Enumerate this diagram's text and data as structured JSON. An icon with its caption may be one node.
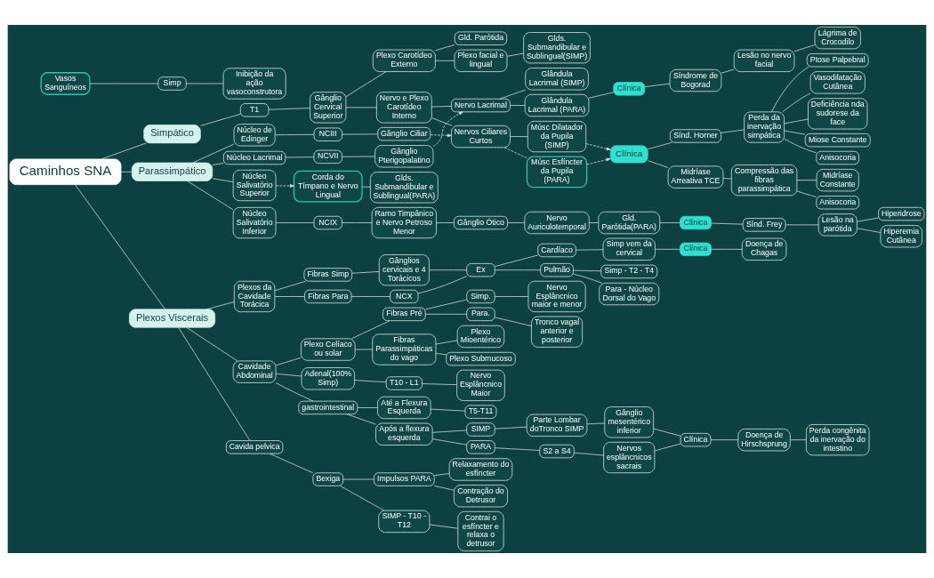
{
  "diagram": {
    "nodes": [
      {
        "text": [
          "Caminhos SNA"
        ]
      },
      {
        "text": [
          "Simpático"
        ]
      },
      {
        "text": [
          "T1"
        ]
      },
      {
        "text": [
          "Gânglio Cervical Superior"
        ]
      },
      {
        "text": [
          "Plexo Carotídeo Externo"
        ]
      },
      {
        "text": [
          "Gld. Parótida"
        ]
      },
      {
        "text": [
          "Plexo facial e lingual"
        ]
      },
      {
        "text": [
          "Glds. Submandibular e Sublingual(SIMP)"
        ]
      },
      {
        "text": [
          "Nervo e Plexo Carotídeo Interno"
        ]
      },
      {
        "text": [
          "Nervo Lacrimal"
        ]
      },
      {
        "text": [
          "Glândula Lacrimal (SIMP)"
        ]
      },
      {
        "text": [
          "Glândula Lacrimal (PARA)"
        ]
      },
      {
        "text": [
          "Clínica"
        ]
      },
      {
        "text": [
          "Síndrome de Bogorad"
        ]
      },
      {
        "text": [
          "Lesão no nervo facial"
        ]
      },
      {
        "text": [
          "Lágrima de Crocodilo"
        ]
      },
      {
        "text": [
          "Nervos Ciliares Curtos"
        ]
      },
      {
        "text": [
          "Músc Dilatador da Pupila (SIMP)"
        ]
      },
      {
        "text": [
          "Músc Esfíncter da Pupila (PARA)"
        ]
      },
      {
        "text": [
          "Clínica"
        ]
      },
      {
        "text": [
          "Sínd. Horner"
        ]
      },
      {
        "text": [
          "Perda da inervação simpática"
        ]
      },
      {
        "text": [
          "Ptose Palpebral"
        ]
      },
      {
        "text": [
          "Vasodilatação Cutânea"
        ]
      },
      {
        "text": [
          "Deficiência nda sudorese da face"
        ]
      },
      {
        "text": [
          "Miose Constante"
        ]
      },
      {
        "text": [
          "Anisocoria"
        ]
      },
      {
        "text": [
          "Midríase Arreativa TCE"
        ]
      },
      {
        "text": [
          "Compressão das fibras parassimpática"
        ]
      },
      {
        "text": [
          "Midríase Constante"
        ]
      },
      {
        "text": [
          "Anisocoria"
        ]
      },
      {
        "text": [
          "Parassimpático"
        ]
      },
      {
        "text": [
          "Núcleo de Edinger"
        ]
      },
      {
        "text": [
          "NCIII"
        ]
      },
      {
        "text": [
          "Gânglio Ciliar"
        ]
      },
      {
        "text": [
          "Núcleo Lacrimal"
        ]
      },
      {
        "text": [
          "NCVII"
        ]
      },
      {
        "text": [
          "Gânglio Pterigopalatino"
        ]
      },
      {
        "text": [
          "Núcleo Salivatório Superior"
        ]
      },
      {
        "text": [
          "Corda do Tímpano e Nervo Lingual"
        ]
      },
      {
        "text": [
          "Glds. Submandibular e Sublingual(PARA)"
        ]
      },
      {
        "text": [
          "Núcleo Salivatório Inferior"
        ]
      },
      {
        "text": [
          "NCIX"
        ]
      },
      {
        "text": [
          "Ramo Timpânico e Nervo Petroso Menor"
        ]
      },
      {
        "text": [
          "Gânglio Ótico"
        ]
      },
      {
        "text": [
          "Nervo Auriculotemporal"
        ]
      },
      {
        "text": [
          "Gld. Parótida(PARA)"
        ]
      },
      {
        "text": [
          "Clínica"
        ]
      },
      {
        "text": [
          "Sínd. Frey"
        ]
      },
      {
        "text": [
          "Lesão na parótida"
        ]
      },
      {
        "text": [
          "Hiperidrose"
        ]
      },
      {
        "text": [
          "Hiperemia Cutânea"
        ]
      },
      {
        "text": [
          "Plexos Viscerais"
        ]
      },
      {
        "text": [
          "Plexos da Cavidade Torácica"
        ]
      },
      {
        "text": [
          "Fibras Simp"
        ]
      },
      {
        "text": [
          "Gânglios cervicais e 4 Torácicos"
        ]
      },
      {
        "text": [
          "Fibras Para"
        ]
      },
      {
        "text": [
          "NCX"
        ]
      },
      {
        "text": [
          "Ex"
        ]
      },
      {
        "text": [
          "Cardíaco"
        ]
      },
      {
        "text": [
          "Simp vem da cervical"
        ]
      },
      {
        "text": [
          "Clínica"
        ]
      },
      {
        "text": [
          "Doença de Chagas"
        ]
      },
      {
        "text": [
          "Pulmão"
        ]
      },
      {
        "text": [
          "Simp - T2 - T4"
        ]
      },
      {
        "text": [
          "Para - Núcleo Dorsal do Vago"
        ]
      },
      {
        "text": [
          "Cavidade Abdominal"
        ]
      },
      {
        "text": [
          "Plexo Celíaco ou solar"
        ]
      },
      {
        "text": [
          "Fibras Pré"
        ]
      },
      {
        "text": [
          "Simp."
        ]
      },
      {
        "text": [
          "Nervo Esplâncnico maior e menor"
        ]
      },
      {
        "text": [
          "Para."
        ]
      },
      {
        "text": [
          "Tronco vagal anterior e posterior"
        ]
      },
      {
        "text": [
          "Fibras Parassimpáticas do vago"
        ]
      },
      {
        "text": [
          "Plexo Mioentérico"
        ]
      },
      {
        "text": [
          "Plexo Submucoso"
        ]
      },
      {
        "text": [
          "Adenal(100% Simp)"
        ]
      },
      {
        "text": [
          "T10 - L1"
        ]
      },
      {
        "text": [
          "Nervo Esplâncnico Maior"
        ]
      },
      {
        "text": [
          "gastrointestinal"
        ]
      },
      {
        "text": [
          "Até a Flexura Esquerda"
        ]
      },
      {
        "text": [
          "T5-T11"
        ]
      },
      {
        "text": [
          "Após a flexura esquerda"
        ]
      },
      {
        "text": [
          "SIMP"
        ]
      },
      {
        "text": [
          "Parte Lombar doTronco SIMP"
        ]
      },
      {
        "text": [
          "Gânglio mesentérico inferior"
        ]
      },
      {
        "text": [
          "PARA"
        ]
      },
      {
        "text": [
          "S2 a S4"
        ]
      },
      {
        "text": [
          "Nervos esplâncnicos sacrais"
        ]
      },
      {
        "text": [
          "Clínica"
        ]
      },
      {
        "text": [
          "Doença de Hirschsprung"
        ]
      },
      {
        "text": [
          "Perda congênita da inervação do intestino"
        ]
      },
      {
        "text": [
          "Cavida pelvica"
        ]
      },
      {
        "text": [
          "Bexiga"
        ]
      },
      {
        "text": [
          "Impulsos PARA"
        ]
      },
      {
        "text": [
          "Relaxamento do esfíncter"
        ]
      },
      {
        "text": [
          "Contração do Detrusor"
        ]
      },
      {
        "text": [
          "SIMP - T10 - T12"
        ]
      },
      {
        "text": [
          "Contrai o esfíncter e  relaxa o detrusor"
        ]
      },
      {
        "text": [
          "Vasos Sanguíneos"
        ]
      },
      {
        "text": [
          "Simp"
        ]
      },
      {
        "text": [
          "Inibição da ação vasoconstrutora"
        ]
      }
    ],
    "edges": [
      {
        "from": 0,
        "to": 1,
        "arrow": "none"
      },
      {
        "from": 1,
        "to": 2,
        "arrow": "none"
      },
      {
        "from": 2,
        "to": 3,
        "arrow": "none"
      },
      {
        "from": 3,
        "to": 4,
        "arrow": "none"
      },
      {
        "from": 4,
        "to": 5,
        "arrow": "none"
      },
      {
        "from": 4,
        "to": 6,
        "arrow": "none"
      },
      {
        "from": 6,
        "to": 7,
        "arrow": "none"
      },
      {
        "from": 3,
        "to": 8,
        "arrow": "none"
      },
      {
        "from": 8,
        "to": 9,
        "arrow": "none"
      },
      {
        "from": 9,
        "to": 10,
        "arrow": "none"
      },
      {
        "from": 9,
        "to": 11,
        "arrow": "none"
      },
      {
        "from": 11,
        "to": 12,
        "arrow": "none"
      },
      {
        "from": 12,
        "to": 13,
        "arrow": "none"
      },
      {
        "from": 13,
        "to": 14,
        "arrow": "none"
      },
      {
        "from": 14,
        "to": 15,
        "arrow": "none"
      },
      {
        "from": 8,
        "to": 16,
        "arrow": "none"
      },
      {
        "from": 16,
        "to": 17,
        "arrow": "none"
      },
      {
        "from": 16,
        "to": 18,
        "arrow": "none",
        "style": "dashed"
      },
      {
        "from": 17,
        "to": 19,
        "arrow": "to",
        "style": "dashed"
      },
      {
        "from": 18,
        "to": 19,
        "arrow": "to",
        "style": "dashed"
      },
      {
        "from": 19,
        "to": 20,
        "arrow": "none"
      },
      {
        "from": 20,
        "to": 21,
        "arrow": "none"
      },
      {
        "from": 21,
        "to": 22,
        "arrow": "none"
      },
      {
        "from": 21,
        "to": 23,
        "arrow": "none"
      },
      {
        "from": 21,
        "to": 24,
        "arrow": "none"
      },
      {
        "from": 21,
        "to": 25,
        "arrow": "none"
      },
      {
        "from": 21,
        "to": 26,
        "arrow": "none"
      },
      {
        "from": 19,
        "to": 27,
        "arrow": "none"
      },
      {
        "from": 27,
        "to": 28,
        "arrow": "none"
      },
      {
        "from": 28,
        "to": 29,
        "arrow": "none"
      },
      {
        "from": 28,
        "to": 30,
        "arrow": "none"
      },
      {
        "from": 0,
        "to": 31,
        "arrow": "none"
      },
      {
        "from": 31,
        "to": 32,
        "arrow": "none"
      },
      {
        "from": 32,
        "to": 33,
        "arrow": "none"
      },
      {
        "from": 33,
        "to": 34,
        "arrow": "none"
      },
      {
        "from": 31,
        "to": 35,
        "arrow": "none"
      },
      {
        "from": 35,
        "to": 36,
        "arrow": "none"
      },
      {
        "from": 36,
        "to": 37,
        "arrow": "none"
      },
      {
        "from": 31,
        "to": 38,
        "arrow": "none"
      },
      {
        "from": 34,
        "to": 16,
        "arrow": "to",
        "style": "dashed"
      },
      {
        "from": 37,
        "to": 9,
        "arrow": "to",
        "style": "dashed"
      },
      {
        "from": 38,
        "to": 39,
        "arrow": "to",
        "style": "dashed"
      },
      {
        "from": 39,
        "to": 40,
        "arrow": "none"
      },
      {
        "from": 31,
        "to": 41,
        "arrow": "none"
      },
      {
        "from": 41,
        "to": 42,
        "arrow": "none"
      },
      {
        "from": 42,
        "to": 43,
        "arrow": "none"
      },
      {
        "from": 43,
        "to": 44,
        "arrow": "none"
      },
      {
        "from": 44,
        "to": 45,
        "arrow": "none"
      },
      {
        "from": 45,
        "to": 46,
        "arrow": "none"
      },
      {
        "from": 46,
        "to": 47,
        "arrow": "none"
      },
      {
        "from": 47,
        "to": 48,
        "arrow": "none"
      },
      {
        "from": 48,
        "to": 49,
        "arrow": "none"
      },
      {
        "from": 49,
        "to": 50,
        "arrow": "none"
      },
      {
        "from": 49,
        "to": 51,
        "arrow": "none"
      },
      {
        "from": 0,
        "to": 52,
        "arrow": "none"
      },
      {
        "from": 52,
        "to": 53,
        "arrow": "none"
      },
      {
        "from": 53,
        "to": 54,
        "arrow": "none"
      },
      {
        "from": 54,
        "to": 55,
        "arrow": "none"
      },
      {
        "from": 53,
        "to": 56,
        "arrow": "none"
      },
      {
        "from": 56,
        "to": 57,
        "arrow": "none"
      },
      {
        "from": 55,
        "to": 58,
        "arrow": "none"
      },
      {
        "from": 57,
        "to": 58,
        "arrow": "none"
      },
      {
        "from": 58,
        "to": 59,
        "arrow": "none"
      },
      {
        "from": 59,
        "to": 60,
        "arrow": "none"
      },
      {
        "from": 60,
        "to": 61,
        "arrow": "none"
      },
      {
        "from": 61,
        "to": 62,
        "arrow": "none"
      },
      {
        "from": 58,
        "to": 63,
        "arrow": "none"
      },
      {
        "from": 63,
        "to": 64,
        "arrow": "none"
      },
      {
        "from": 63,
        "to": 65,
        "arrow": "none"
      },
      {
        "from": 52,
        "to": 66,
        "arrow": "none"
      },
      {
        "from": 66,
        "to": 67,
        "arrow": "none"
      },
      {
        "from": 67,
        "to": 68,
        "arrow": "none"
      },
      {
        "from": 68,
        "to": 69,
        "arrow": "none"
      },
      {
        "from": 69,
        "to": 70,
        "arrow": "none"
      },
      {
        "from": 68,
        "to": 71,
        "arrow": "none"
      },
      {
        "from": 71,
        "to": 72,
        "arrow": "none"
      },
      {
        "from": 67,
        "to": 73,
        "arrow": "none"
      },
      {
        "from": 73,
        "to": 74,
        "arrow": "none"
      },
      {
        "from": 73,
        "to": 75,
        "arrow": "none"
      },
      {
        "from": 66,
        "to": 76,
        "arrow": "none"
      },
      {
        "from": 76,
        "to": 77,
        "arrow": "none"
      },
      {
        "from": 77,
        "to": 78,
        "arrow": "none"
      },
      {
        "from": 66,
        "to": 79,
        "arrow": "none"
      },
      {
        "from": 79,
        "to": 80,
        "arrow": "none"
      },
      {
        "from": 80,
        "to": 81,
        "arrow": "none"
      },
      {
        "from": 79,
        "to": 82,
        "arrow": "none"
      },
      {
        "from": 82,
        "to": 83,
        "arrow": "none"
      },
      {
        "from": 83,
        "to": 84,
        "arrow": "none"
      },
      {
        "from": 84,
        "to": 85,
        "arrow": "none"
      },
      {
        "from": 82,
        "to": 86,
        "arrow": "none"
      },
      {
        "from": 86,
        "to": 87,
        "arrow": "none"
      },
      {
        "from": 87,
        "to": 88,
        "arrow": "none"
      },
      {
        "from": 85,
        "to": 89,
        "arrow": "none"
      },
      {
        "from": 88,
        "to": 89,
        "arrow": "none"
      },
      {
        "from": 89,
        "to": 90,
        "arrow": "none"
      },
      {
        "from": 90,
        "to": 91,
        "arrow": "none"
      },
      {
        "from": 52,
        "to": 92,
        "arrow": "none"
      },
      {
        "from": 92,
        "to": 93,
        "arrow": "none"
      },
      {
        "from": 93,
        "to": 94,
        "arrow": "none"
      },
      {
        "from": 94,
        "to": 95,
        "arrow": "none"
      },
      {
        "from": 94,
        "to": 96,
        "arrow": "none"
      },
      {
        "from": 93,
        "to": 97,
        "arrow": "none"
      },
      {
        "from": 97,
        "to": 98,
        "arrow": "none"
      },
      {
        "from": 99,
        "to": 100,
        "arrow": "none"
      },
      {
        "from": 100,
        "to": 101,
        "arrow": "none"
      }
    ]
  }
}
